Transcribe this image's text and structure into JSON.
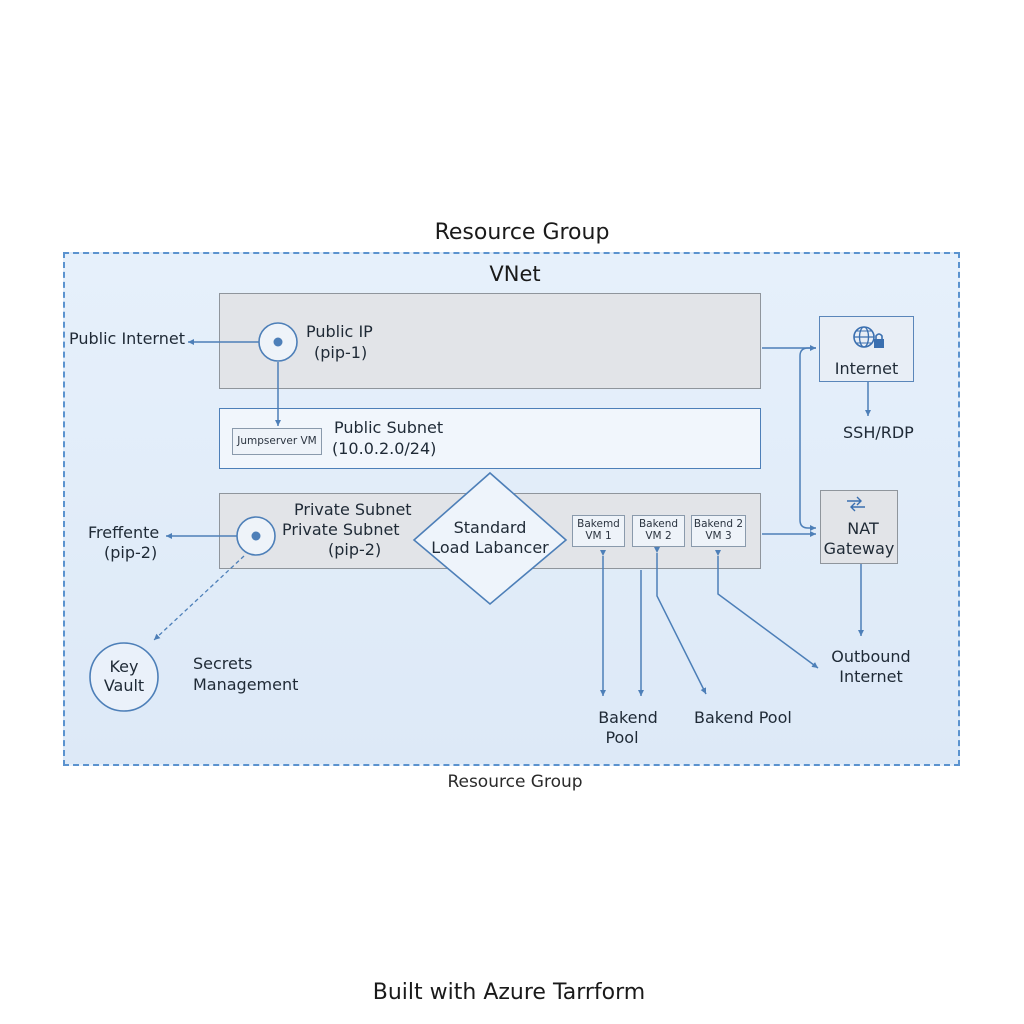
{
  "titles": {
    "resource_group_top": "Resource Group",
    "vnet": "VNet",
    "resource_group_bottom": "Resource Group",
    "built_with": "Built with Azure Tarrform"
  },
  "public_ip": {
    "line1": "Public IP",
    "line2": "(pip-1)",
    "external_label": "Public Internet"
  },
  "public_subnet": {
    "line1": "Public Subnet",
    "line2": "(10.0.2.0/24)",
    "vm_label": "Jumpserver VM"
  },
  "private_subnet": {
    "line1": "Private Subnet",
    "line2": "Private Subnet",
    "line3": "(pip-2)",
    "external_line1": "Freffente",
    "external_line2": "(pip-2)"
  },
  "load_balancer": {
    "line1": "Standard",
    "line2": "Load Labancer"
  },
  "backend_vms": [
    {
      "line1": "Bakemd",
      "line2": "VM 1"
    },
    {
      "line1": "Bakend",
      "line2": "VM 2"
    },
    {
      "line1": "Bakend 2",
      "line2": "VM 3"
    }
  ],
  "backend_pools": {
    "pool1_line1": "Bakend",
    "pool1_line2": "Pool",
    "pool2": "Bakend Pool"
  },
  "internet": {
    "label": "Internet",
    "ssh": "SSH/RDP",
    "icon": "globe-lock-icon"
  },
  "nat": {
    "line1": "NAT",
    "line2": "Gateway",
    "outbound_line1": "Outbound",
    "outbound_line2": "Internet",
    "icon": "nat-arrows-icon"
  },
  "key_vault": {
    "line1": "Key",
    "line2": "Vault",
    "desc_line1": "Secrets",
    "desc_line2": "Management"
  },
  "colors": {
    "accent": "#4d7fb8",
    "resource_group_bg": "#e3edf9",
    "panel_gray": "#e2e4e8"
  }
}
